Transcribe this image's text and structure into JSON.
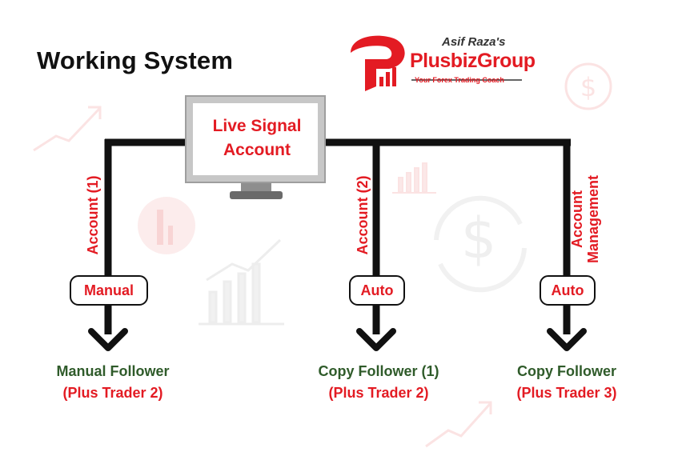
{
  "title": "Working System",
  "logo": {
    "tagline": "Asif Raza's",
    "brand": "PlusbizGroup",
    "subtitle": "Your Forex Trading Coach"
  },
  "source": {
    "line1": "Live Signal",
    "line2": "Account"
  },
  "branches": [
    {
      "account_label": "Account (1)",
      "mode": "Manual",
      "follower": "Manual Follower",
      "plan": "(Plus Trader 2)"
    },
    {
      "account_label": "Account (2)",
      "mode": "Auto",
      "follower": "Copy Follower (1)",
      "plan": "(Plus Trader 2)"
    },
    {
      "account_label_1": "Account",
      "account_label_2": "Management",
      "mode": "Auto",
      "follower": "Copy Follower",
      "plan": "(Plus Trader 3)"
    }
  ],
  "colors": {
    "accent": "#e31b23",
    "follower_name": "#2f5b2a",
    "line": "#111111"
  },
  "icons": [
    "trend-arrow-icon",
    "dollar-cycle-icon",
    "bar-chart-icon",
    "logo-mark-icon"
  ]
}
